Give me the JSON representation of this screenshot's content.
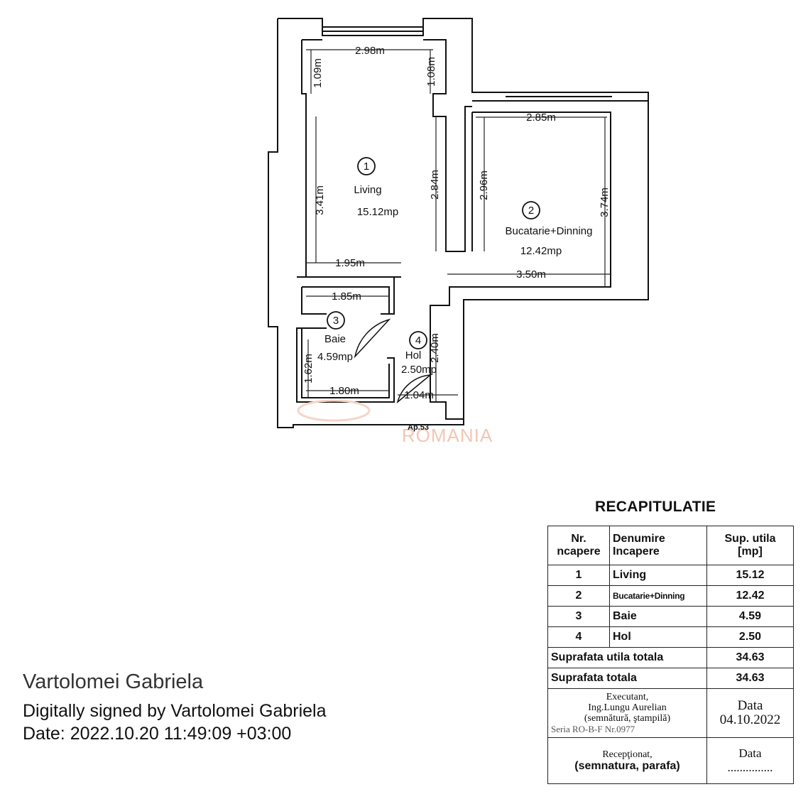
{
  "plan": {
    "watermark": "ROMANIA",
    "apartment_label": "Ap.53",
    "rooms": [
      {
        "number": "1",
        "name": "Living",
        "area": "15.12mp"
      },
      {
        "number": "2",
        "name": "Bucatarie+Dinning",
        "area": "12.42mp"
      },
      {
        "number": "3",
        "name": "Baie",
        "area": "4.59mp"
      },
      {
        "number": "4",
        "name": "Hol",
        "area": "2.50mp"
      }
    ],
    "dimensions": {
      "living_top_width": "2.98m",
      "living_left_top": "1.09m",
      "living_right_top": "1.08m",
      "living_left_height": "3.41m",
      "living_right_height": "2.84m",
      "living_bottom_width": "1.95m",
      "kitchen_top_width": "2.85m",
      "kitchen_left_height": "2.96m",
      "kitchen_right_height": "3.74m",
      "kitchen_bottom_width": "3.50m",
      "bath_top_width": "1.85m",
      "bath_left_height": "1.62m",
      "bath_bottom_width": "1.80m",
      "hall_height": "2.40m",
      "hall_width": "1.04m"
    }
  },
  "recap": {
    "title": "RECAPITULATIE",
    "headers": {
      "nr": [
        "Nr.",
        "ncapere"
      ],
      "name": [
        "Denumire",
        "Incapere"
      ],
      "area": [
        "Sup. utila",
        "[mp]"
      ]
    },
    "rows": [
      {
        "nr": "1",
        "name": "Living",
        "area": "15.12"
      },
      {
        "nr": "2",
        "name": "Bucatarie+Dinning",
        "area": "12.42"
      },
      {
        "nr": "3",
        "name": "Baie",
        "area": "4.59"
      },
      {
        "nr": "4",
        "name": "Hol",
        "area": "2.50"
      }
    ],
    "total_useful_label": "Suprafata utila totala",
    "total_useful_value": "34.63",
    "total_label": "Suprafata totala",
    "total_value": "34.63",
    "executant": [
      "Executant,",
      "Ing.Lungu Aurelian",
      "(semnătură, ştampilă)"
    ],
    "seria": "Seria RO-B-F Nr.0977",
    "date_label": "Data",
    "date_value": "04.10.2022",
    "received": [
      "Recepţionat,",
      "(semnatura, parafa)"
    ],
    "received_date_label": "Data",
    "received_date_value": "..............."
  },
  "signature": {
    "name": "Vartolomei Gabriela",
    "line2": "Digitally signed by Vartolomei Gabriela",
    "line3": "Date: 2022.10.20 11:49:09 +03:00"
  }
}
